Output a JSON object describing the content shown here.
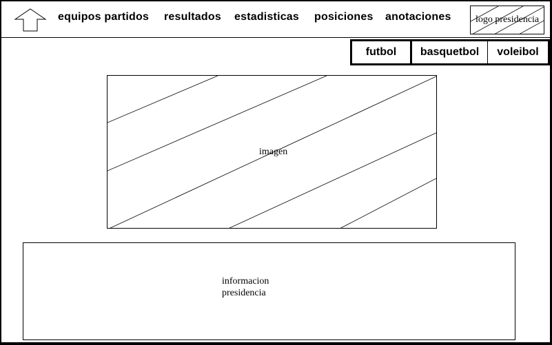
{
  "header": {
    "nav_items": [
      {
        "label": "equipos partidos"
      },
      {
        "label": "resultados"
      },
      {
        "label": "estadisticas"
      },
      {
        "label": "posiciones"
      },
      {
        "label": "anotaciones"
      }
    ],
    "logo_label": "logo presidencia",
    "back_icon": "up-arrow-icon"
  },
  "sports": {
    "tabs": [
      {
        "label": "futbol"
      },
      {
        "label": "basquetbol"
      },
      {
        "label": "voleibol"
      }
    ]
  },
  "main": {
    "image_label": "imagen",
    "info_lines": [
      "informacion",
      "presidencia"
    ]
  }
}
